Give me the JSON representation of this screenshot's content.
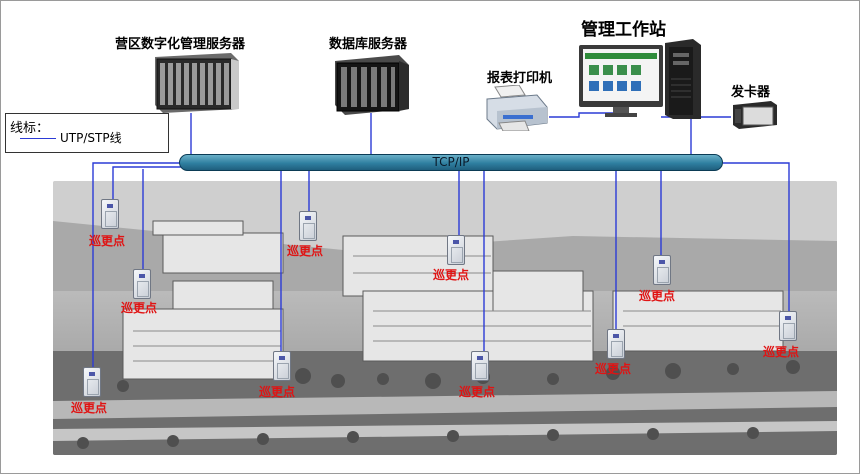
{
  "labels": {
    "camp_server": "营区数字化管理服务器",
    "db_server": "数据库服务器",
    "workstation": "管理工作站",
    "printer": "报表打印机",
    "card_issuer": "发卡器",
    "bus": "TCP/IP"
  },
  "legend": {
    "title": "线标：",
    "cable": "UTP/STP线"
  },
  "patrol_points": [
    {
      "label": "巡更点"
    },
    {
      "label": "巡更点"
    },
    {
      "label": "巡更点"
    },
    {
      "label": "巡更点"
    },
    {
      "label": "巡更点"
    },
    {
      "label": "巡更点"
    },
    {
      "label": "巡更点"
    },
    {
      "label": "巡更点"
    },
    {
      "label": "巡更点"
    },
    {
      "label": "巡更点"
    }
  ],
  "colors": {
    "cable": "#2c3bd6",
    "patrol_text": "#e01313",
    "bus": "#2f7fa0"
  }
}
